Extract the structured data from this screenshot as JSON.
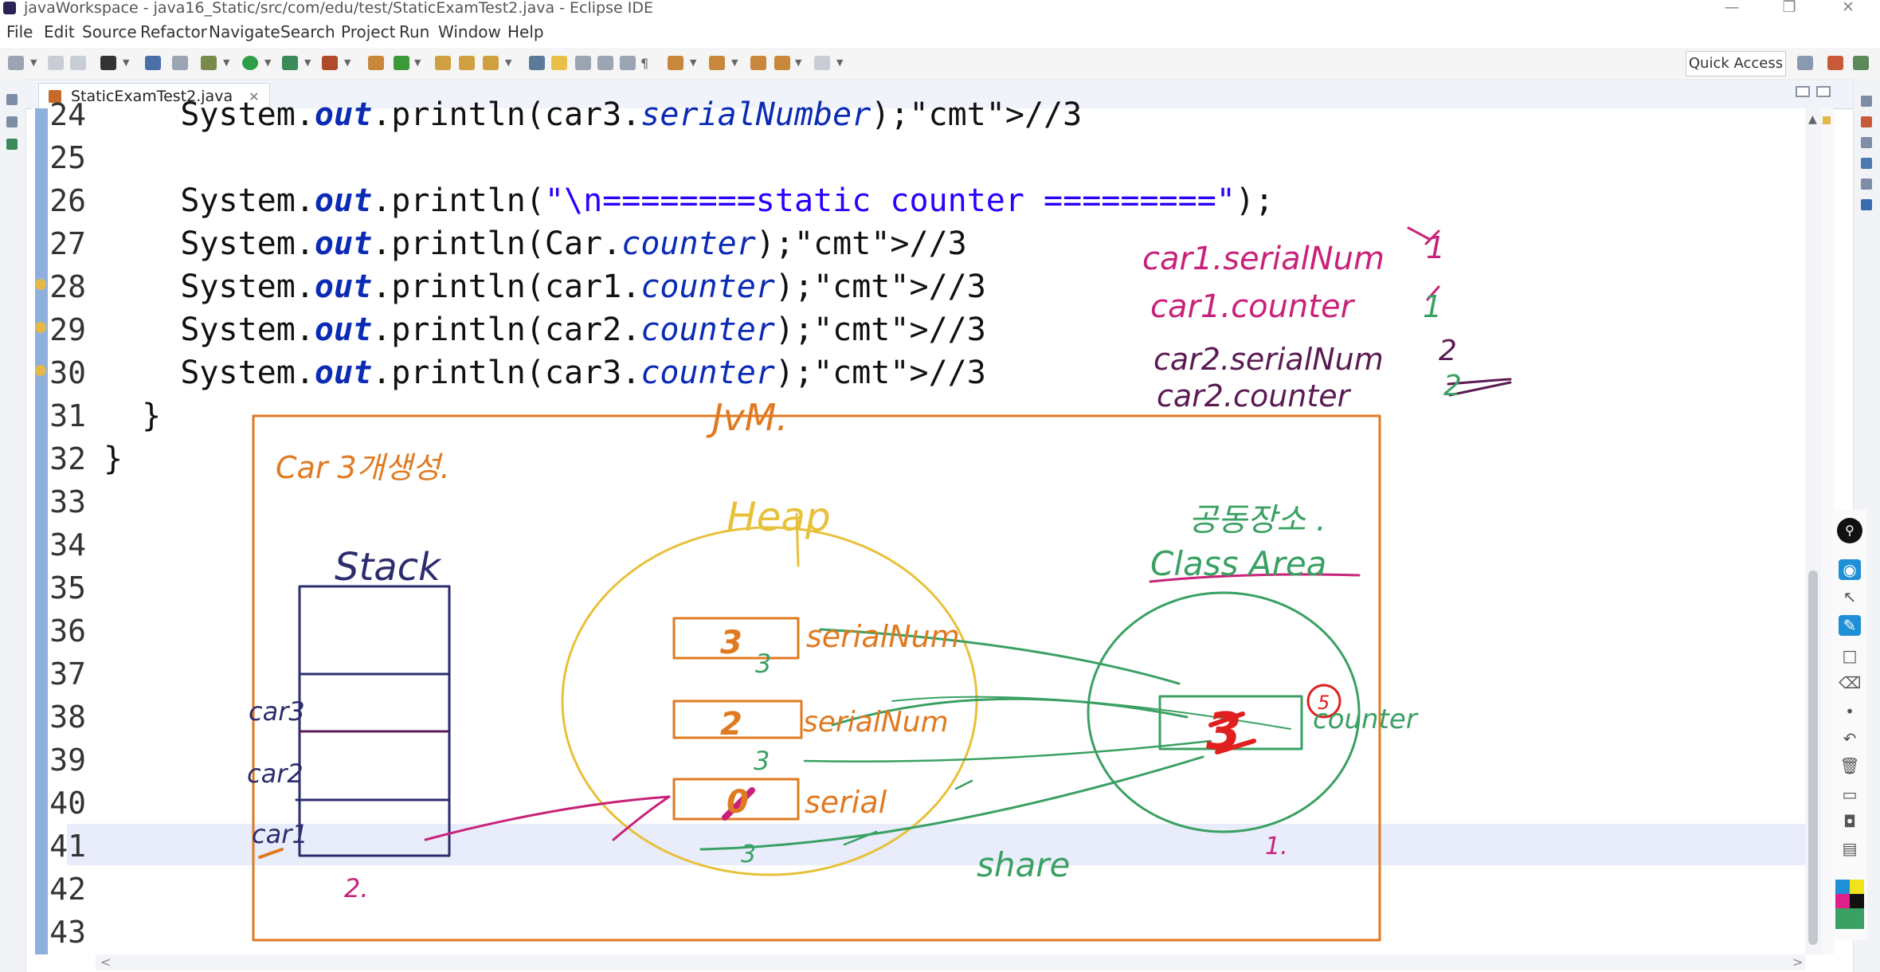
{
  "window": {
    "title": "javaWorkspace - java16_Static/src/com/edu/test/StaticExamTest2.java - Eclipse IDE",
    "controls": [
      "—",
      "❐",
      "✕"
    ]
  },
  "menu": [
    "File",
    "Edit",
    "Source",
    "Refactor",
    "Navigate",
    "Search",
    "Project",
    "Run",
    "Window",
    "Help"
  ],
  "toolbar": {
    "quick_access": "Quick Access"
  },
  "editor": {
    "tab_label": "StaticExamTest2.java",
    "tab_close": "✕",
    "lines": [
      {
        "no": "24",
        "code": "    System.out.println(car3.serialNumber);//3"
      },
      {
        "no": "25",
        "code": ""
      },
      {
        "no": "26",
        "code": "    System.out.println(\"\\n========static counter =========\");"
      },
      {
        "no": "27",
        "code": "    System.out.println(Car.counter);//3"
      },
      {
        "no": "28",
        "code": "    System.out.println(car1.counter);//3"
      },
      {
        "no": "29",
        "code": "    System.out.println(car2.counter);//3"
      },
      {
        "no": "30",
        "code": "    System.out.println(car3.counter);//3"
      },
      {
        "no": "31",
        "code": "  }"
      },
      {
        "no": "32",
        "code": "}"
      },
      {
        "no": "33",
        "code": ""
      },
      {
        "no": "34",
        "code": ""
      },
      {
        "no": "35",
        "code": ""
      },
      {
        "no": "36",
        "code": ""
      },
      {
        "no": "37",
        "code": ""
      },
      {
        "no": "38",
        "code": ""
      },
      {
        "no": "39",
        "code": ""
      },
      {
        "no": "40",
        "code": ""
      },
      {
        "no": "41",
        "code": ""
      },
      {
        "no": "42",
        "code": ""
      },
      {
        "no": "43",
        "code": ""
      }
    ]
  },
  "handwriting": {
    "jvm": "JvM.",
    "car_label": "Car 3개생성.",
    "heap": "Heap",
    "stack": "Stack",
    "shared_area": "공동장소 .",
    "class_area": "Class Area",
    "share": "share",
    "serial_1": "serialNum",
    "serial_2": "serialNum",
    "serial_3": "serial",
    "counter": "counter",
    "car3": "car3",
    "car2": "car2",
    "car1": "car1",
    "box1_value": "3",
    "box2_value": "2",
    "box3_value": "0",
    "counter_value": "3",
    "circled_5": "5",
    "two_dot": "2.",
    "one_dot": "1.",
    "note_car1_serial": "car1.serialNum",
    "note_car1_counter": "car1.counter",
    "note_car2_serial": "car2.serialNum",
    "note_car2_counter": "car2.counter",
    "note_v1": "1",
    "note_v2": "1",
    "note_v3": "2",
    "note_v4": "2",
    "small_three_1": "3",
    "small_three_2": "3",
    "small_three_3": "3"
  },
  "colors": {
    "orange": "#e07a20",
    "yellow": "#e8c13a",
    "green": "#3aa063",
    "magenta": "#c8227a",
    "purple": "#5a1a52",
    "red": "#e01f1f",
    "navy": "#2c2c6e"
  },
  "icons": {
    "annotation_tools": [
      "pin-icon",
      "eye-icon",
      "pointer-icon",
      "pen-icon",
      "rectangle-icon",
      "eraser-icon",
      "dot-icon",
      "undo-icon",
      "trash-icon",
      "whiteboard-icon",
      "camera-icon",
      "clipboard-icon",
      "color-palette-icon"
    ]
  }
}
